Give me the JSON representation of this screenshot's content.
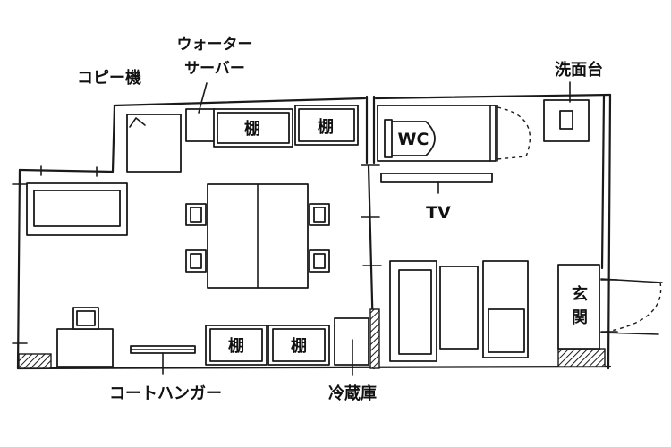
{
  "labels": {
    "copier": "コピー機",
    "water_server": "ウォーターサーバー",
    "water_server_line1": "ウォーター",
    "water_server_line2": "サーバー",
    "shelf": "棚",
    "wc": "WC",
    "washbasin": "洗面台",
    "tv": "TV",
    "entrance": "玄関",
    "entrance_line1": "玄",
    "entrance_line2": "関",
    "coat_hanger": "コートハンガー",
    "fridge": "冷蔵庫"
  }
}
